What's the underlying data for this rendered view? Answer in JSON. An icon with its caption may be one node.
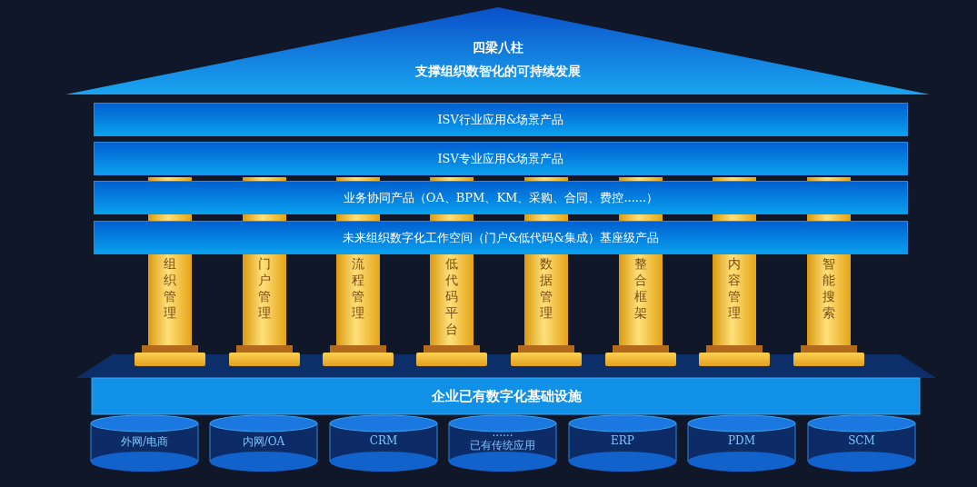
{
  "diagram": {
    "nodes": [
      {
        "text": [
          "四梁八柱",
          "支撑组织数智化的可持续发展"
        ]
      },
      {
        "text": [
          "ISV行业应用&场景产品"
        ]
      },
      {
        "text": [
          "ISV专业应用&场景产品"
        ]
      },
      {
        "text": [
          "业务协同产品（OA、BPM、KM、采购、合同、费控......）"
        ]
      },
      {
        "text": [
          "未来组织数字化工作空间（门户&低代码&集成）基座级产品"
        ]
      },
      {
        "text": [
          "组织管理"
        ]
      },
      {
        "text": [
          "门户管理"
        ]
      },
      {
        "text": [
          "流程管理"
        ]
      },
      {
        "text": [
          "低代码平台"
        ]
      },
      {
        "text": [
          "数据管理"
        ]
      },
      {
        "text": [
          "整合框架"
        ]
      },
      {
        "text": [
          "内容管理"
        ]
      },
      {
        "text": [
          "智能搜索"
        ]
      },
      {
        "text": [
          "企业已有数字化基础设施"
        ]
      },
      {
        "text": [
          "外网/电商"
        ]
      },
      {
        "text": [
          "内网/OA"
        ]
      },
      {
        "text": [
          "CRM"
        ]
      },
      {
        "text": [
          "......",
          "已有传统应用"
        ]
      },
      {
        "text": [
          "ERP"
        ]
      },
      {
        "text": [
          "PDM"
        ]
      },
      {
        "text": [
          "SCM"
        ]
      }
    ],
    "edges": []
  }
}
